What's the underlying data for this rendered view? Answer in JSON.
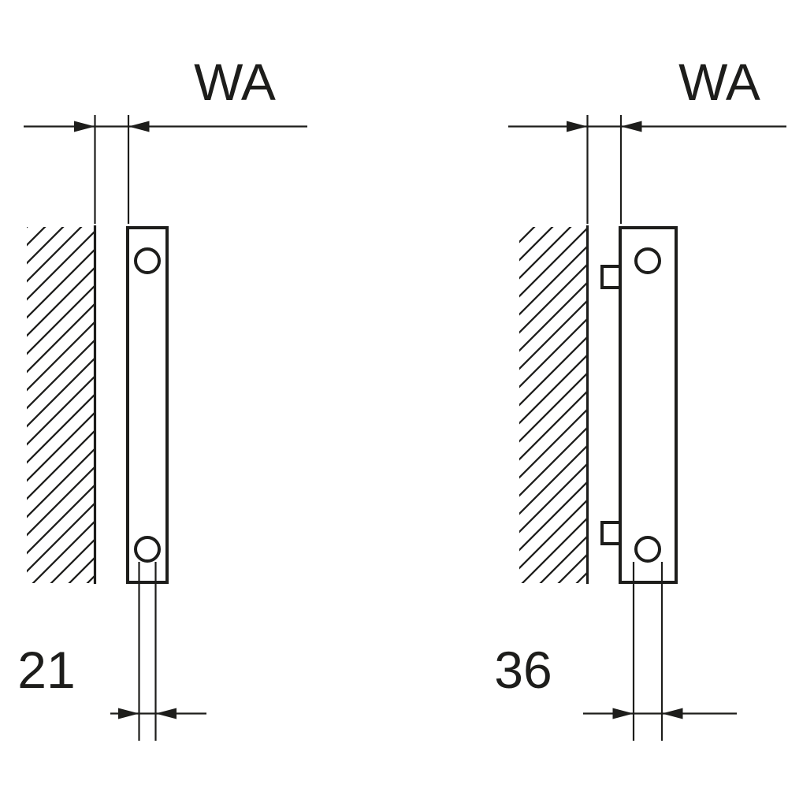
{
  "drawing": {
    "colors": {
      "line": "#1d1d1b",
      "background": "#ffffff"
    },
    "figures": [
      {
        "position": "left",
        "wa_label": "WA",
        "bottom_value": "21"
      },
      {
        "position": "right",
        "wa_label": "WA",
        "bottom_value": "36"
      }
    ]
  }
}
